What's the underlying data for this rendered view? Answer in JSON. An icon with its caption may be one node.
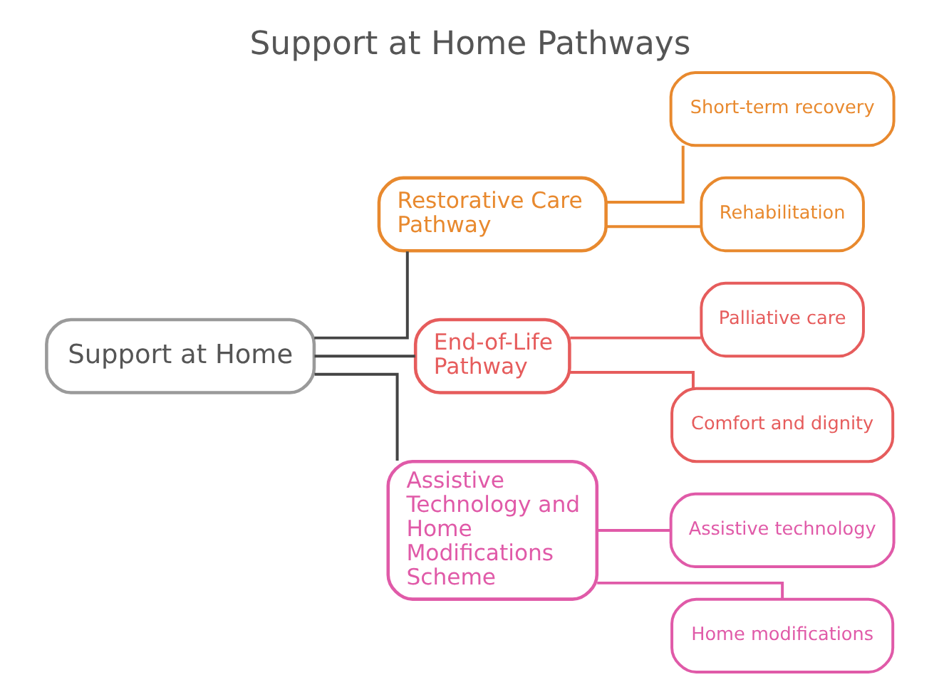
{
  "diagram": {
    "title": "Support at Home Pathways",
    "nodes": [
      {
        "text": [
          "Support at Home"
        ]
      },
      {
        "text": [
          "Restorative Care Pathway"
        ]
      },
      {
        "text": [
          "Short-term recovery"
        ]
      },
      {
        "text": [
          "Rehabilitation"
        ]
      },
      {
        "text": [
          "End-of-Life Pathway"
        ]
      },
      {
        "text": [
          "Palliative care"
        ]
      },
      {
        "text": [
          "Comfort and dignity"
        ]
      },
      {
        "text": [
          "Assistive Technology and Home Modifications Scheme"
        ]
      },
      {
        "text": [
          "Assistive technology"
        ]
      },
      {
        "text": [
          "Home modifications"
        ]
      }
    ],
    "edges": [
      {
        "from": 0,
        "to": 1,
        "arrow": "none"
      },
      {
        "from": 0,
        "to": 4,
        "arrow": "none"
      },
      {
        "from": 0,
        "to": 7,
        "arrow": "none"
      },
      {
        "from": 1,
        "to": 2,
        "arrow": "none",
        "color": "#e8892e"
      },
      {
        "from": 1,
        "to": 3,
        "arrow": "none",
        "color": "#e8892e"
      },
      {
        "from": 4,
        "to": 5,
        "arrow": "none",
        "color": "#e65c5c"
      },
      {
        "from": 4,
        "to": 6,
        "arrow": "none",
        "color": "#e65c5c"
      },
      {
        "from": 7,
        "to": 8,
        "arrow": "none",
        "color": "#e05aa8"
      },
      {
        "from": 7,
        "to": 9,
        "arrow": "none",
        "color": "#e05aa8"
      }
    ]
  }
}
